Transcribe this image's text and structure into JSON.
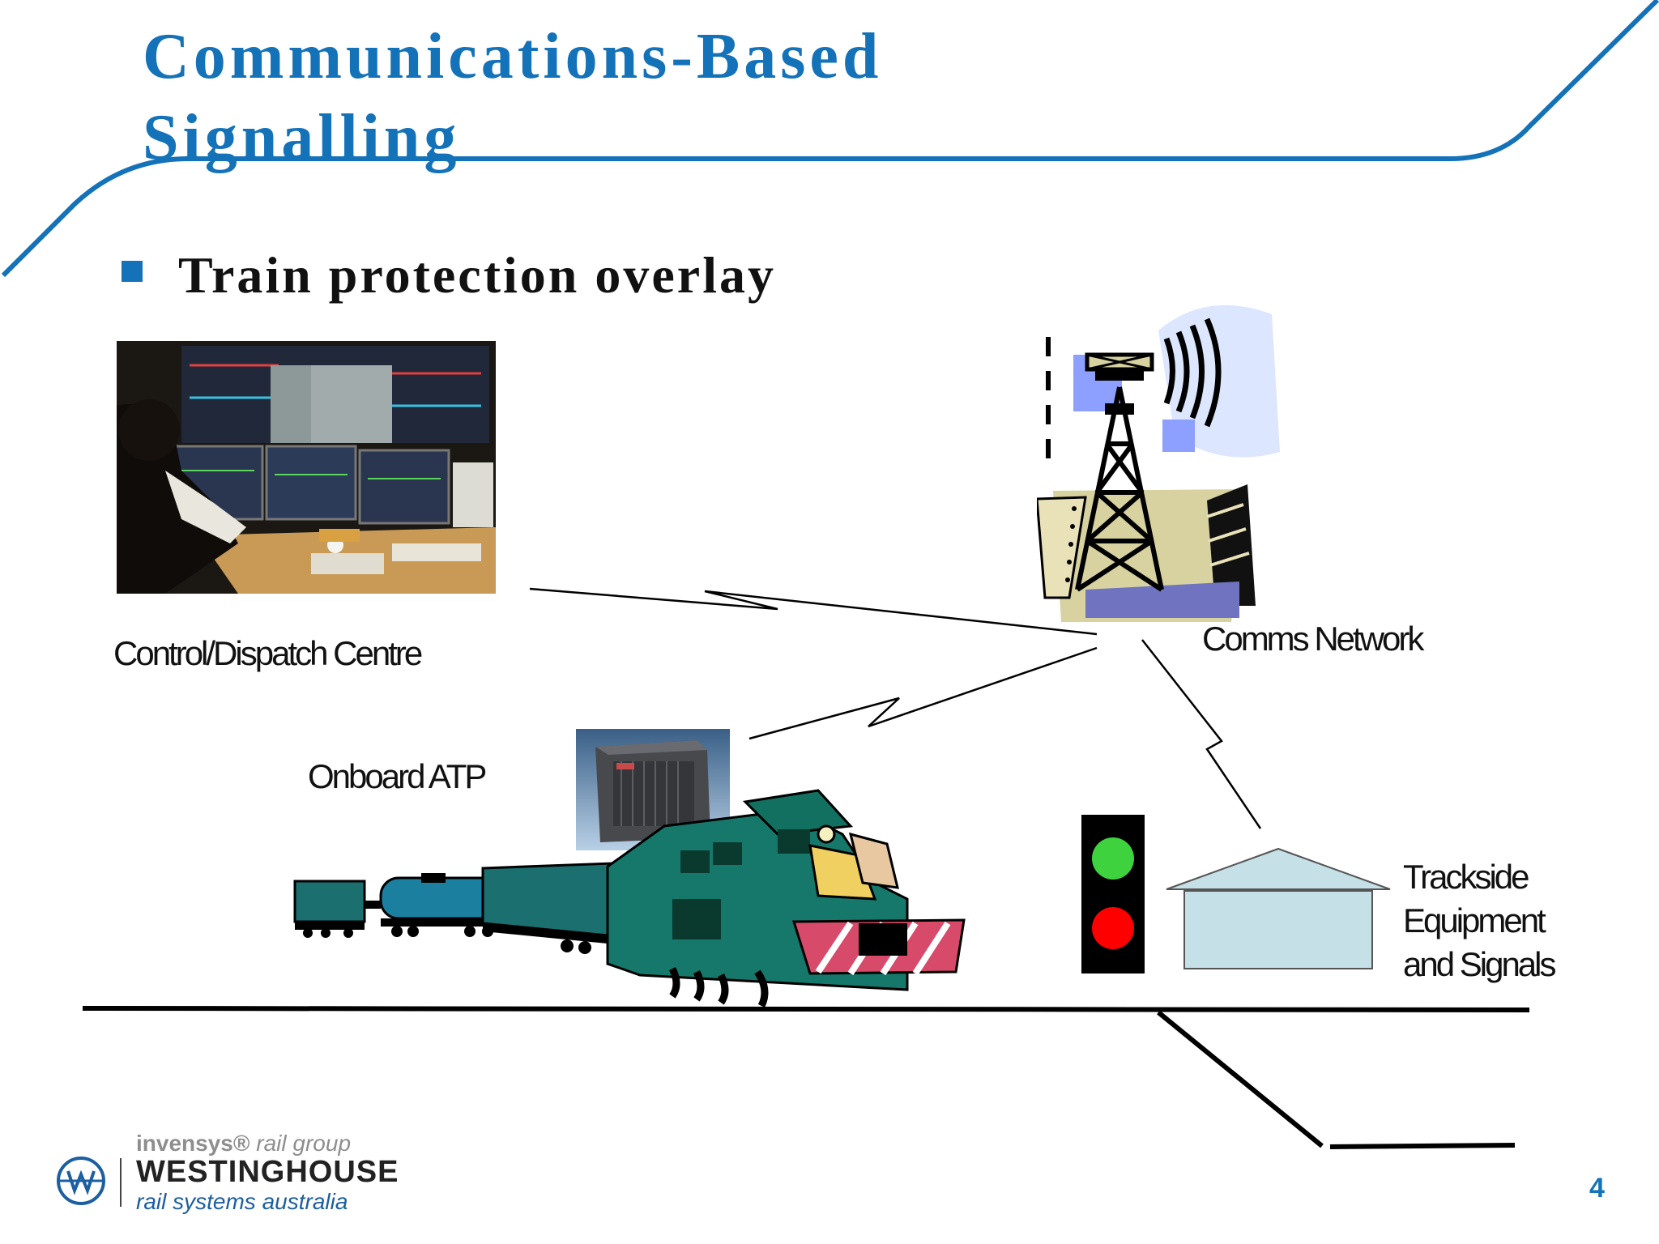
{
  "slide": {
    "title": "Communications-Based Signalling",
    "title_line1": "Communications-Based",
    "title_line2": "Signalling",
    "bullet": "Train protection overlay",
    "page_number": "4",
    "accent_color": "#1472b9"
  },
  "diagram": {
    "nodes": [
      {
        "id": "control",
        "label": "Control/Dispatch Centre",
        "icon": "control-room-photo"
      },
      {
        "id": "comms",
        "label": "Comms Network",
        "icon": "radio-tower-icon"
      },
      {
        "id": "onboard",
        "label": "Onboard ATP",
        "icon": "atp-unit-photo"
      },
      {
        "id": "trackside",
        "label_lines": [
          "Trackside",
          "Equipment",
          "and Signals"
        ],
        "icon": "equipment-house-icon"
      }
    ],
    "links": [
      {
        "from": "control",
        "to": "comms",
        "type": "wireless"
      },
      {
        "from": "onboard",
        "to": "comms",
        "type": "wireless"
      },
      {
        "from": "trackside",
        "to": "comms",
        "type": "wireless"
      }
    ],
    "signal_colors": {
      "top": "#3fd23f",
      "bottom": "#ff0000"
    }
  },
  "footer": {
    "brand_line1": "invensys",
    "brand_line1_suffix": "rail group",
    "brand_line2": "WESTINGHOUSE",
    "brand_line3": "rail systems australia"
  }
}
